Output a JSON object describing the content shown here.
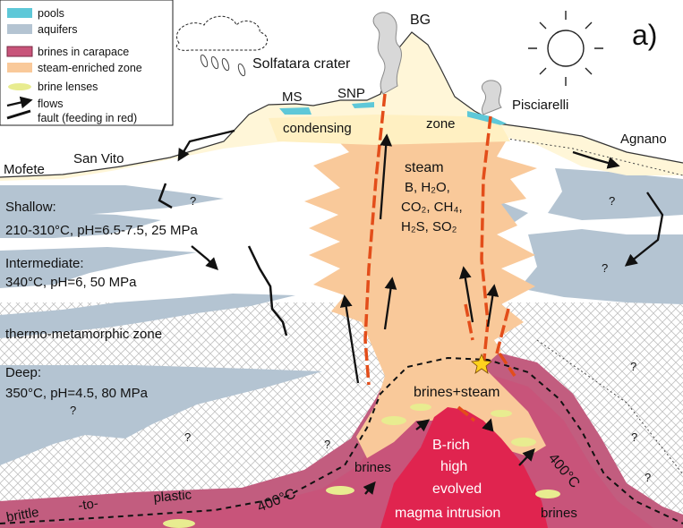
{
  "panel_label": "a)",
  "legend": [
    {
      "key": "pools",
      "label": "pools",
      "color": "#5ec8d8"
    },
    {
      "key": "aquifers",
      "label": "aquifers",
      "color": "#b4c4d2"
    },
    {
      "key": "brines",
      "label": "brines in carapace",
      "color": "#c8547a"
    },
    {
      "key": "steam",
      "label": "steam-enriched zone",
      "color": "#f9c99a"
    },
    {
      "key": "lenses",
      "label": "brine lenses",
      "color": "#e8ec90"
    },
    {
      "key": "flows",
      "label": "flows"
    },
    {
      "key": "fault",
      "label": "fault (feeding in red)"
    }
  ],
  "surface": {
    "bg": "BG",
    "crater": "Solfatara crater",
    "ms": "MS",
    "snp": "SNP",
    "pisciarelli": "Pisciarelli",
    "agnano": "Agnano",
    "mofete": "Mofete",
    "sanvito": "San Vito",
    "condensing": "condensing",
    "zone": "zone"
  },
  "steam": {
    "title": "steam",
    "line1": "B,  H₂O,",
    "line2": "CO₂,  CH₄,",
    "line3": "H₂S,  SO₂"
  },
  "levels": {
    "shallow_name": "Shallow:",
    "shallow_props": "210-310°C, pH=6.5-7.5, 25 MPa",
    "inter_name": "Intermediate:",
    "inter_props": "340°C, pH=6, 50 MPa",
    "thermo": "thermo-metamorphic zone",
    "deep_name": "Deep:",
    "deep_props": "350°C, pH=4.5, 80 MPa"
  },
  "deep_labels": {
    "brines_steam": "brines+steam",
    "brines_left": "brines",
    "brines_right": "brines",
    "intrusion_1": "B-rich",
    "intrusion_2": "high",
    "intrusion_3": "evolved",
    "intrusion_4": "magma intrusion",
    "iso_left": "400°C",
    "iso_right": "400°C",
    "brittle": "brittle",
    "to": "-to-",
    "plastic": "plastic",
    "question": "?"
  }
}
